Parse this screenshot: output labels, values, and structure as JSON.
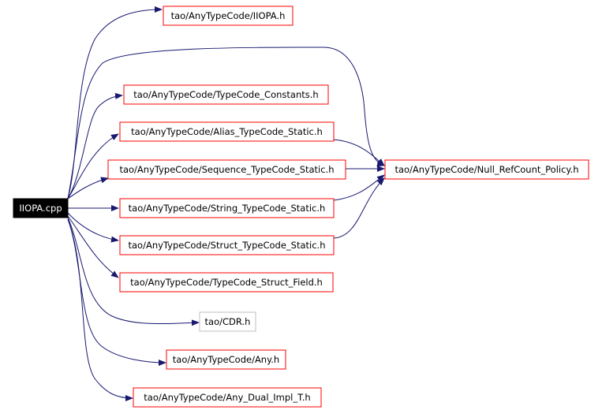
{
  "diagram": {
    "colors": {
      "edge": "#191970",
      "node_border_included": "#ff0000",
      "node_border_external": "#bfbfbf",
      "source_fill": "#000000",
      "source_text": "#ffffff",
      "node_fill": "#ffffff",
      "node_text": "#000000"
    },
    "source": {
      "id": "src",
      "label": "IIOPA.cpp"
    },
    "nodes": [
      {
        "id": "iiopa_h",
        "label": "tao/AnyTypeCode/IIOPA.h",
        "external": false
      },
      {
        "id": "tc_const",
        "label": "tao/AnyTypeCode/TypeCode_Constants.h",
        "external": false
      },
      {
        "id": "alias_tc",
        "label": "tao/AnyTypeCode/Alias_TypeCode_Static.h",
        "external": false
      },
      {
        "id": "seq_tc",
        "label": "tao/AnyTypeCode/Sequence_TypeCode_Static.h",
        "external": false
      },
      {
        "id": "string_tc",
        "label": "tao/AnyTypeCode/String_TypeCode_Static.h",
        "external": false
      },
      {
        "id": "struct_tc",
        "label": "tao/AnyTypeCode/Struct_TypeCode_Static.h",
        "external": false
      },
      {
        "id": "tc_struct_field",
        "label": "tao/AnyTypeCode/TypeCode_Struct_Field.h",
        "external": false
      },
      {
        "id": "cdr",
        "label": "tao/CDR.h",
        "external": true
      },
      {
        "id": "any",
        "label": "tao/AnyTypeCode/Any.h",
        "external": false
      },
      {
        "id": "any_dual",
        "label": "tao/AnyTypeCode/Any_Dual_Impl_T.h",
        "external": false
      },
      {
        "id": "null_ref",
        "label": "tao/AnyTypeCode/Null_RefCount_Policy.h",
        "external": false
      }
    ],
    "edges": [
      {
        "from": "src",
        "to": "iiopa_h"
      },
      {
        "from": "src",
        "to": "null_ref"
      },
      {
        "from": "src",
        "to": "tc_const"
      },
      {
        "from": "src",
        "to": "alias_tc"
      },
      {
        "from": "src",
        "to": "seq_tc"
      },
      {
        "from": "src",
        "to": "string_tc"
      },
      {
        "from": "src",
        "to": "struct_tc"
      },
      {
        "from": "src",
        "to": "tc_struct_field"
      },
      {
        "from": "src",
        "to": "cdr"
      },
      {
        "from": "src",
        "to": "any"
      },
      {
        "from": "src",
        "to": "any_dual"
      },
      {
        "from": "alias_tc",
        "to": "null_ref"
      },
      {
        "from": "seq_tc",
        "to": "null_ref"
      },
      {
        "from": "string_tc",
        "to": "null_ref"
      },
      {
        "from": "struct_tc",
        "to": "null_ref"
      }
    ]
  }
}
